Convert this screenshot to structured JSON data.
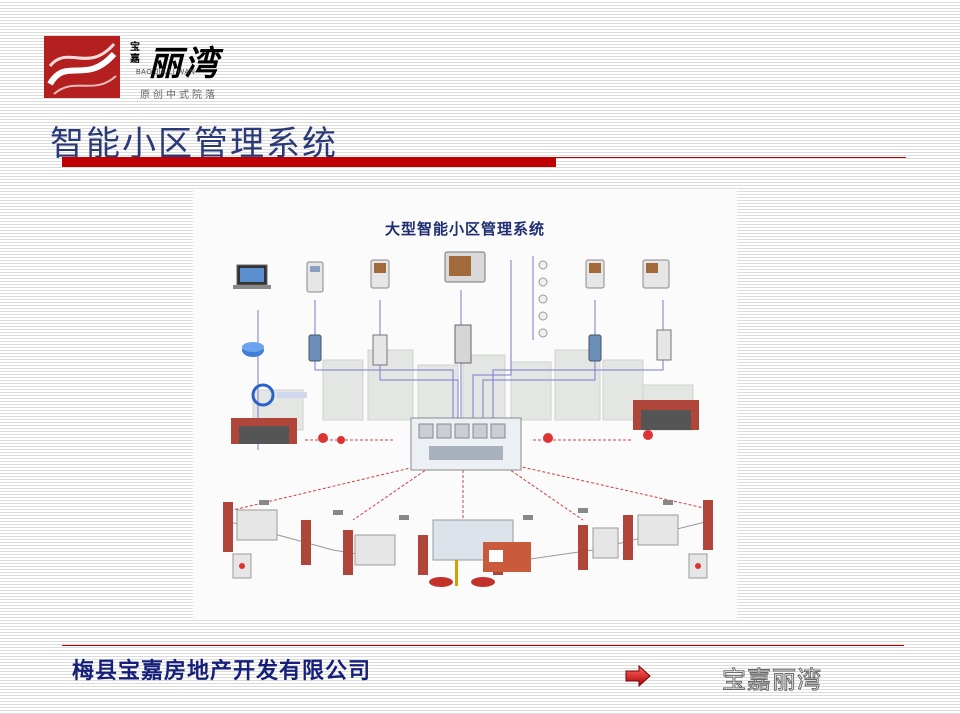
{
  "logo": {
    "brand_small": "宝嘉",
    "brand_big": "丽湾",
    "pinyin": "BAO JIA LI WAN",
    "slogan": "原创中式院落"
  },
  "slide": {
    "title": "智能小区管理系统"
  },
  "diagram": {
    "title": "大型智能小区管理系统"
  },
  "footer": {
    "company": "梅县宝嘉房地产开发有限公司",
    "brand": "宝嘉丽湾"
  },
  "colors": {
    "accent_red": "#c00000",
    "title_blue": "#2a3a78",
    "company_blue": "#16207a"
  }
}
